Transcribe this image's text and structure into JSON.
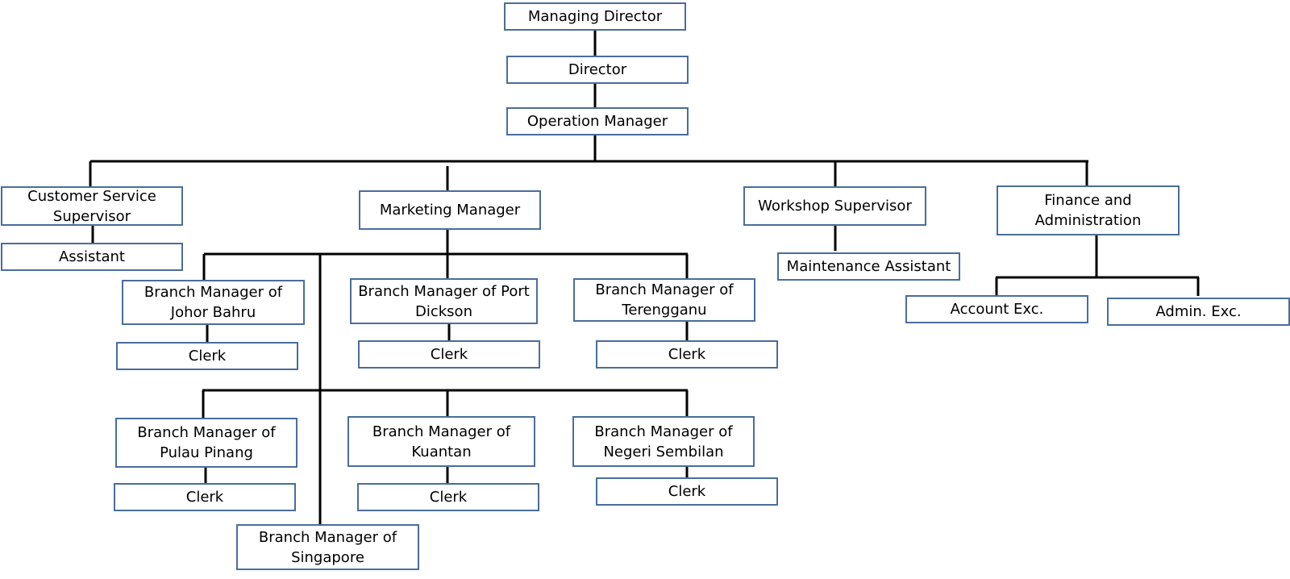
{
  "colors": {
    "box_border": "#4a6d9c",
    "connector": "#000000",
    "background": "#ffffff"
  },
  "nodes": {
    "managing_director": "Managing Director",
    "director": "Director",
    "operation_manager": "Operation Manager",
    "customer_service_supervisor": "Customer Service Supervisor",
    "assistant": "Assistant",
    "marketing_manager": "Marketing Manager",
    "workshop_supervisor": "Workshop Supervisor",
    "maintenance_assistant": "Maintenance Assistant",
    "finance_and_administration": "Finance and Administration",
    "account_exc": "Account Exc.",
    "admin_exc": "Admin. Exc.",
    "bm_johor_bahru": "Branch Manager of Johor Bahru",
    "clerk_johor_bahru": "Clerk",
    "bm_port_dickson": "Branch Manager of Port Dickson",
    "clerk_port_dickson": "Clerk",
    "bm_terengganu": "Branch Manager of Terengganu",
    "clerk_terengganu": "Clerk",
    "bm_pulau_pinang": "Branch Manager of Pulau Pinang",
    "clerk_pulau_pinang": "Clerk",
    "bm_kuantan": "Branch Manager of Kuantan",
    "clerk_kuantan": "Clerk",
    "bm_negeri_sembilan": "Branch Manager of Negeri Sembilan",
    "clerk_negeri_sembilan": "Clerk",
    "bm_singapore": "Branch Manager of Singapore"
  }
}
